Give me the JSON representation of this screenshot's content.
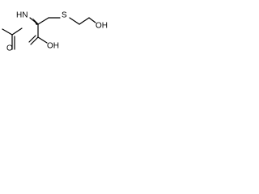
{
  "molecule": {
    "atoms": {
      "nh": "HN",
      "s": "S",
      "carbonyl_o": "O",
      "acid_oh": "OH",
      "terminal_oh": "OH"
    },
    "colors": {
      "bond": "#000000",
      "background": "#ffffff"
    }
  }
}
